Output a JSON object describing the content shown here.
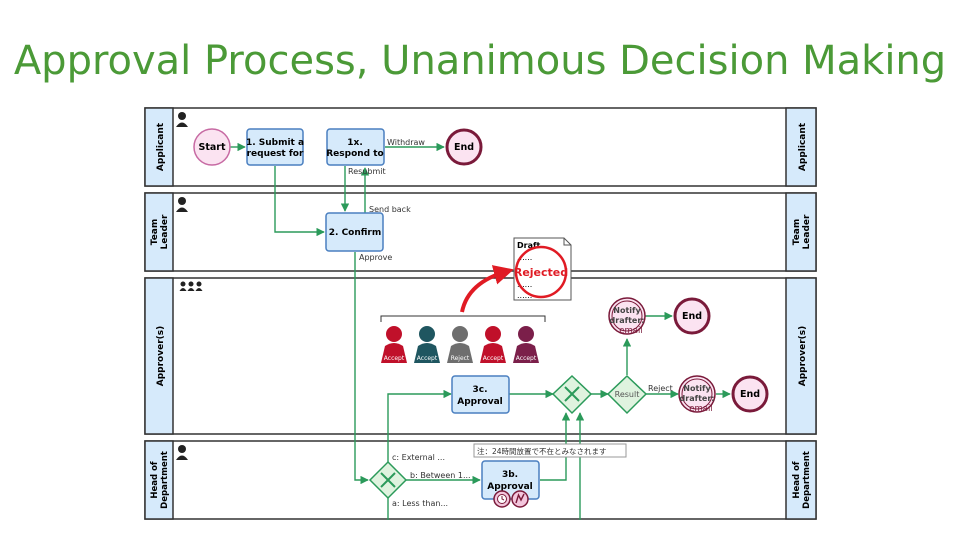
{
  "page": {
    "title": "Approval Process, Unanimous Decision Making"
  },
  "lanes": {
    "applicant": "Applicant",
    "team_leader_1": "Team",
    "team_leader_2": "Leader",
    "approvers": "Approver(s)",
    "head_1": "Head of",
    "head_2": "Department"
  },
  "nodes": {
    "start": "Start",
    "submit_1": "1. Submit a",
    "submit_2": "request for",
    "respond_1": "1x.",
    "respond_2": "Respond to",
    "end": "End",
    "confirm": "2. Confirm",
    "approval3c_1": "3c.",
    "approval3c_2": "Approval",
    "approval3b_1": "3b.",
    "approval3b_2": "Approval",
    "result": "Result",
    "notify_1": "Notify",
    "notify_2": "drafter:",
    "notify_3": "email"
  },
  "flows": {
    "withdraw": "Withdraw",
    "resubmit": "Resubmit",
    "send_back": "Send back",
    "approve": "Approve",
    "reject": "Reject",
    "external": "c: External ...",
    "between": "b: Between 1...",
    "less_than": "a: Less than..."
  },
  "document": {
    "line1": "Draft",
    "dots": "......",
    "stamp": "Rejected"
  },
  "voters": [
    {
      "label": "Accept",
      "color": "#c0102a"
    },
    {
      "label": "Accept",
      "color": "#1f5660"
    },
    {
      "label": "Reject",
      "color": "#6e6e6e"
    },
    {
      "label": "Accept",
      "color": "#c0102a"
    },
    {
      "label": "Accept",
      "color": "#7b1f4a"
    }
  ],
  "note": "注：24時間放置で不在とみなされます",
  "colors": {
    "title": "#4b9a37",
    "flow": "#2b9a5a",
    "task_fill": "#d6eafb",
    "task_stroke": "#4a7fc0",
    "end_stroke": "#7a1a3a",
    "start_fill": "#fbe3f1",
    "start_stroke": "#c76aa3",
    "gateway_fill": "#dff3df",
    "stamp": "#e01b24"
  }
}
